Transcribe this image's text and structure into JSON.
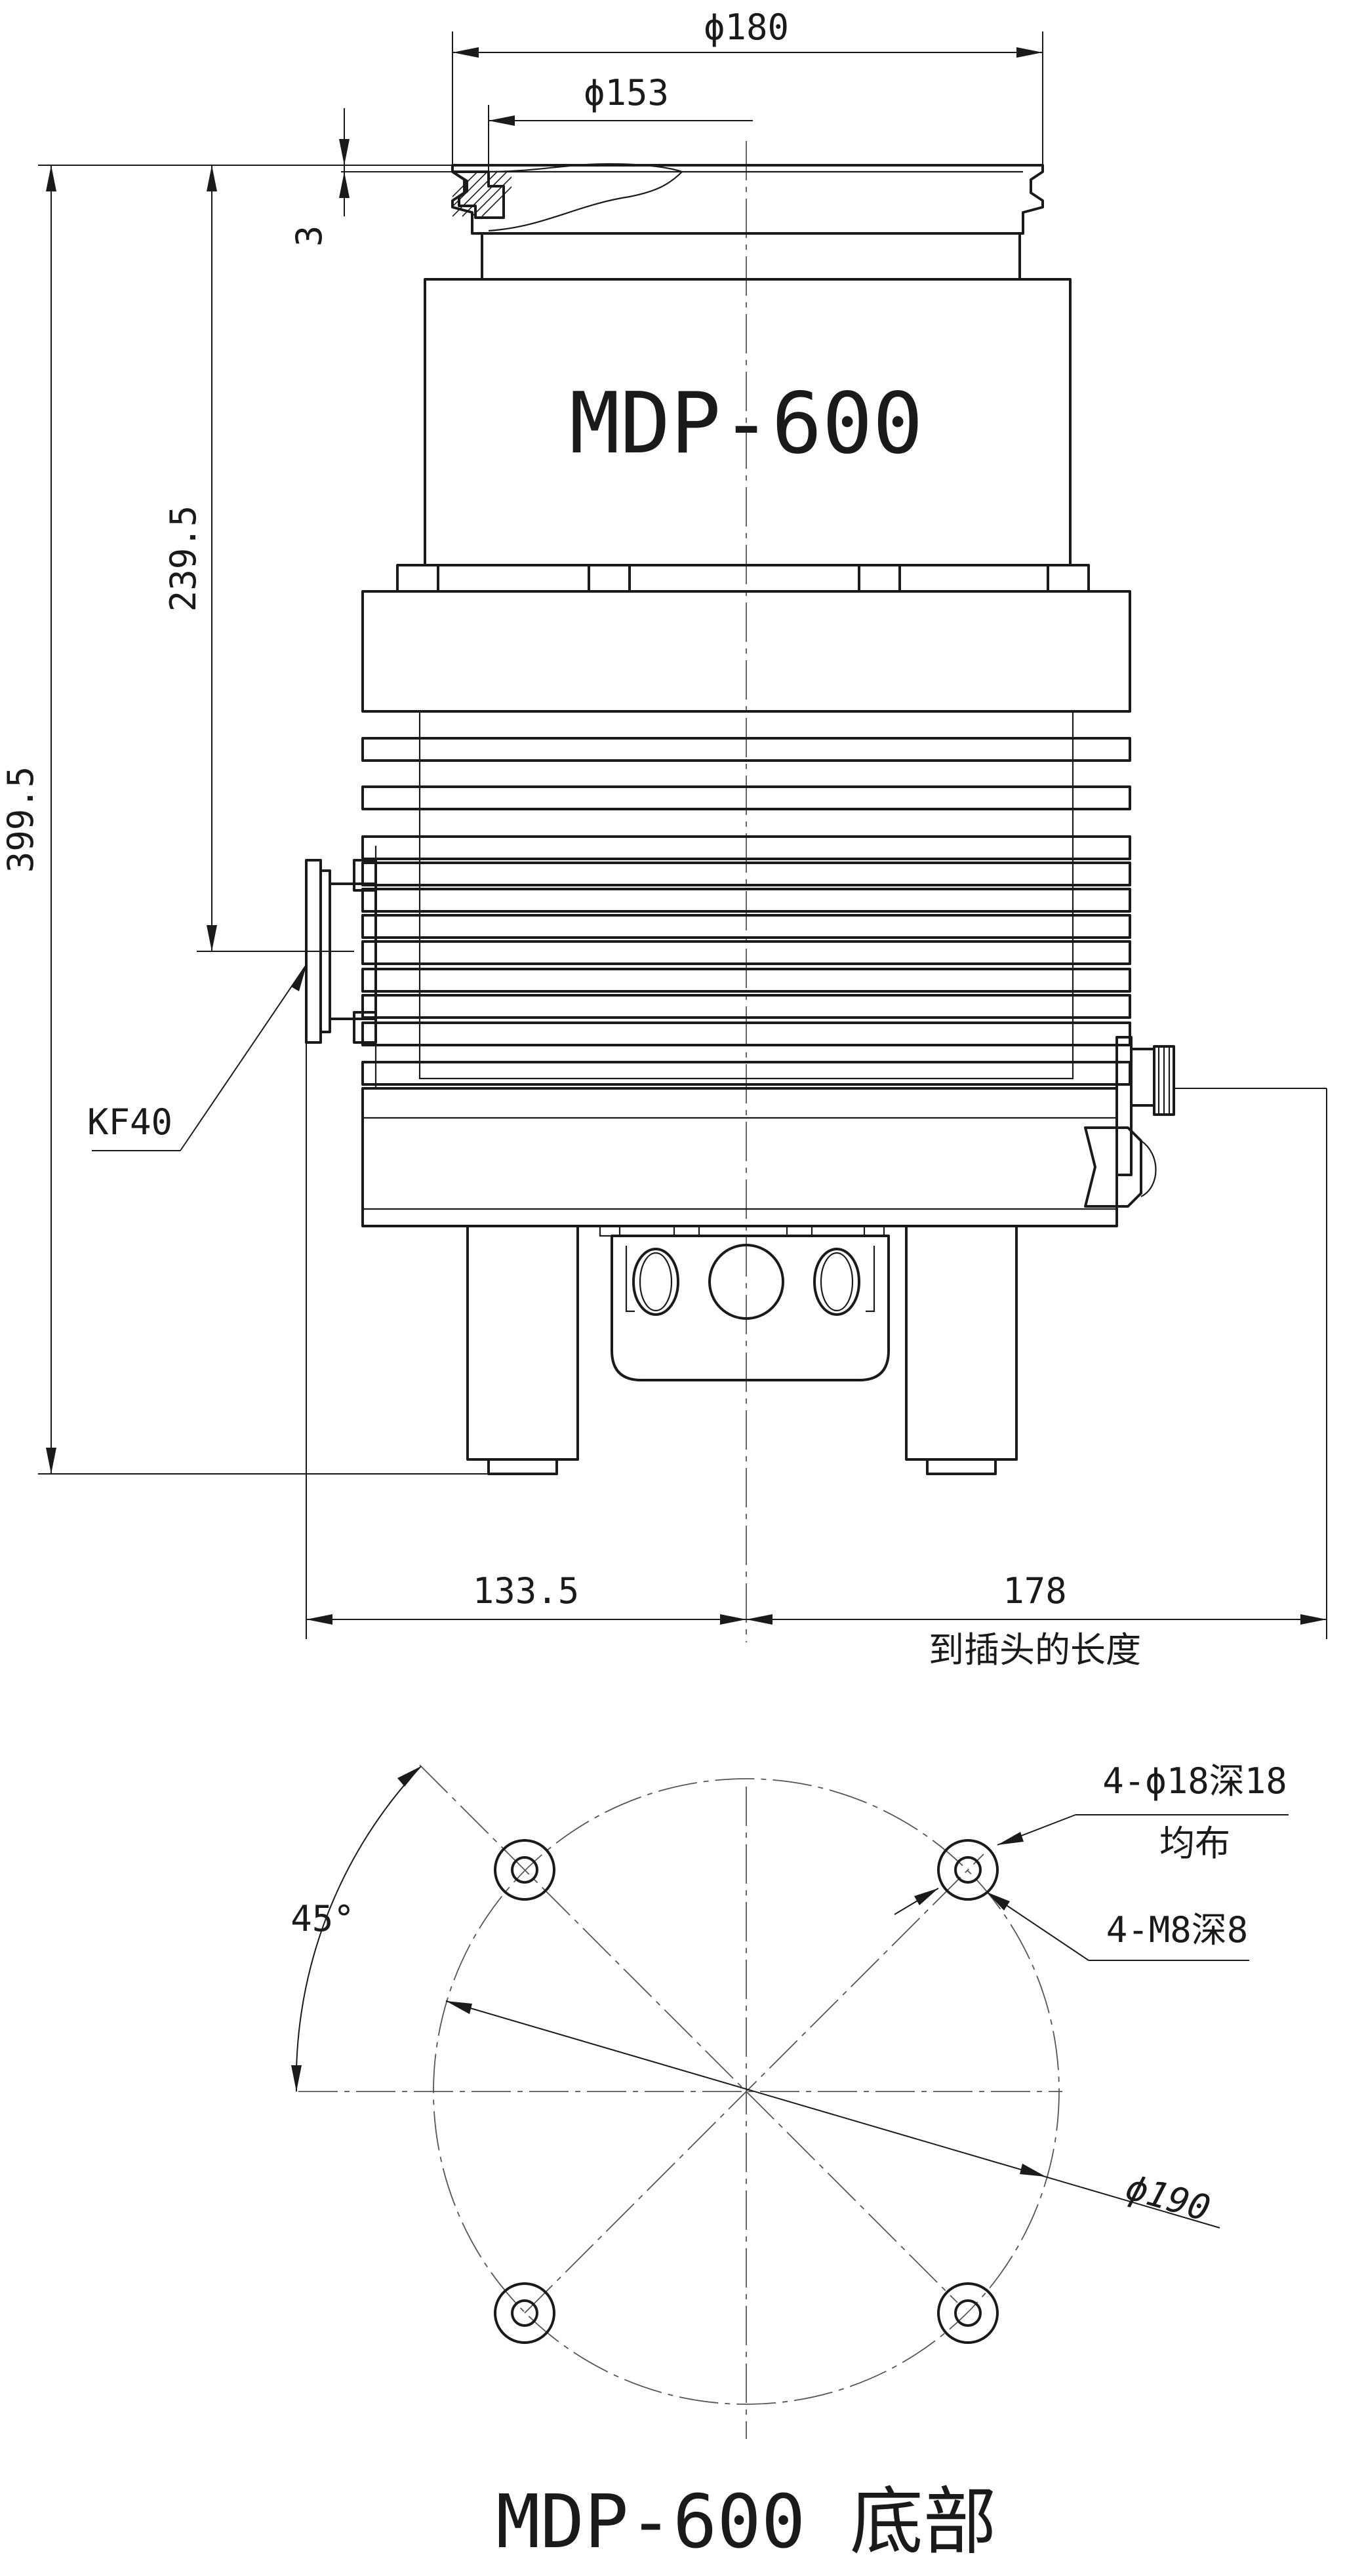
{
  "front_view": {
    "model_label": "MDP-600",
    "dims": {
      "outer_flange_dia": "ϕ180",
      "inner_flange_dia": "ϕ153",
      "flange_thickness": "3",
      "height_to_port": "239.5",
      "total_height": "399.5",
      "port_label": "KF40",
      "left_offset": "133.5",
      "right_offset": "178",
      "right_offset_note": "到插头的长度"
    }
  },
  "bottom_view": {
    "hole_spec_line1": "4-ϕ18深18",
    "hole_spec_line2": "均布",
    "thread_spec": "4-M8深8",
    "angle": "45°",
    "bolt_circle_dia": "ϕ190",
    "title": "MDP-600 底部"
  }
}
